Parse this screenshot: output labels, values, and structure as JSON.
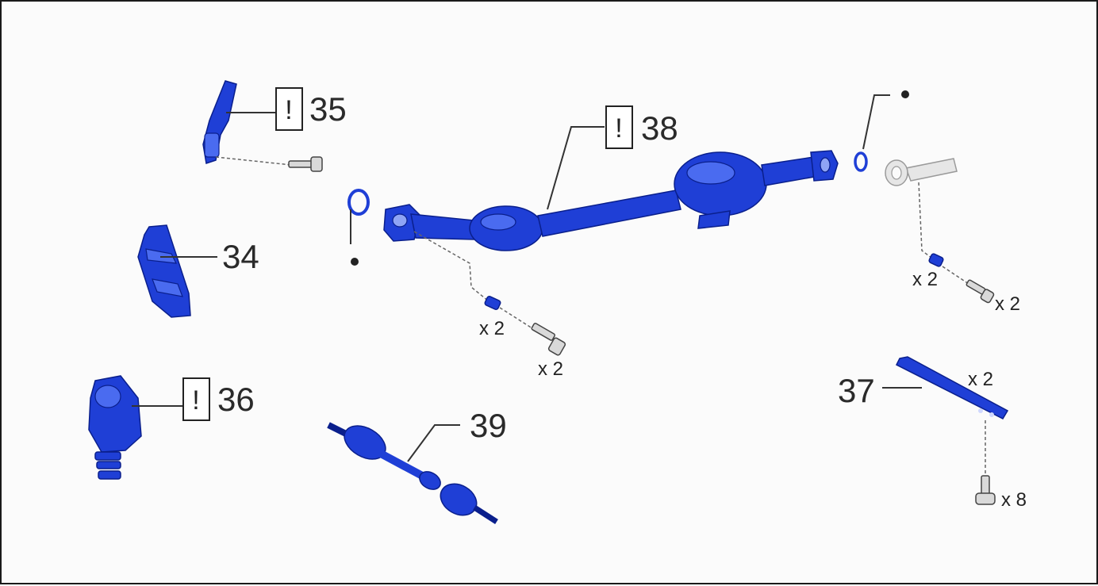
{
  "callouts": {
    "c35": "35",
    "c38": "38",
    "c34": "34",
    "c36": "36",
    "c39": "39",
    "c37": "37"
  },
  "warning_symbol": "!",
  "quantities": {
    "q_flange_nut": "x 2",
    "q_flange_bolt": "x 2",
    "q_rear_nut": "x 2",
    "q_rear_bolt": "x 2",
    "q_bracket": "x 2",
    "q_bracket_bolt": "x 8"
  },
  "icons": [
    "warning-box-icon",
    "bolt-icon",
    "nut-icon",
    "gasket-ring-icon",
    "reference-dot-icon"
  ],
  "colors": {
    "part_highlight": "#1f3fd6",
    "part_context": "#e6e6e6",
    "background": "#fbfbfb"
  }
}
